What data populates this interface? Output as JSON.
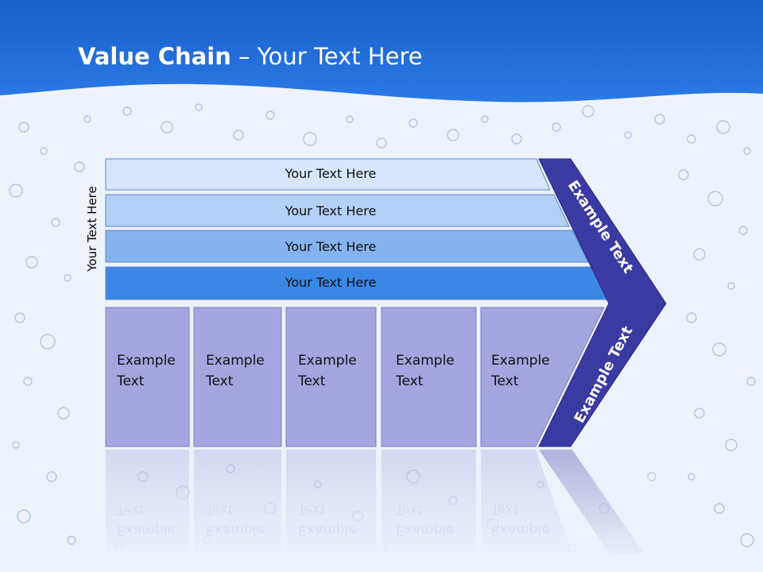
{
  "slide": {
    "title_bold": "Value Chain",
    "title_rest": " – Your Text Here",
    "vertical_label": "Your Text Here",
    "bands": [
      "Your Text Here",
      "Your Text Here",
      "Your Text Here",
      "Your Text Here"
    ],
    "boxes": [
      "Example\nText",
      "Example\nText",
      "Example\nText",
      "Example\nText",
      "Example\nText"
    ],
    "chevron_top": "Example Text",
    "chevron_bottom": "Example Text"
  },
  "colors": {
    "header_blue": "#1e6ed8",
    "band_1": "#d6e6fb",
    "band_2": "#b3d0f5",
    "band_3": "#85b3ef",
    "band_4": "#3b87e6",
    "box_fill": "#a5a6e0",
    "chevron_fill": "#3b3aa3"
  }
}
